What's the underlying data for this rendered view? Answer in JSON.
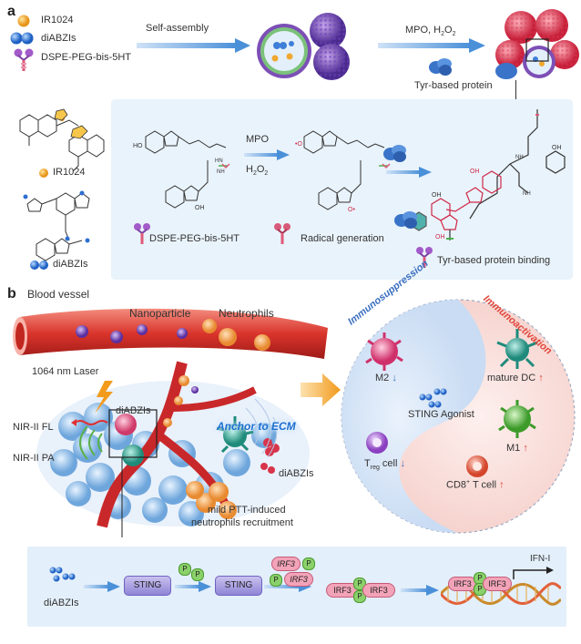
{
  "panel_a": {
    "letter": "a",
    "legend": {
      "ir1024": "IR1024",
      "diabzis": "diABZIs",
      "dspe": "DSPE-PEG-bis-5HT"
    },
    "arrow1_label": "Self-assembly",
    "arrow2_label_main": "MPO, H",
    "arrow2_label_sub1": "2",
    "arrow2_label_mid": "O",
    "arrow2_label_sub2": "2",
    "tyr_protein_label": "Tyr-based protein",
    "chem_ir1024_label": "IR1024",
    "chem_diabzis_label": "diABZIs",
    "mpo_label": "MPO",
    "h2o2_label_main": "H",
    "h2o2_label_sub1": "2",
    "h2o2_label_mid": "O",
    "h2o2_label_sub2": "2",
    "dspe_bottom_label": "DSPE-PEG-bis-5HT",
    "radical_label": "Radical generation",
    "binding_label": "Tyr-based protein binding"
  },
  "panel_b": {
    "letter": "b",
    "blood_vessel": "Blood vessel",
    "nanoparticle": "Nanoparticle",
    "neutrophils": "Neutrophils",
    "laser": "1064 nm Laser",
    "diabzis_tumor": "diABZIs",
    "nir_fl": "NIR-II FL",
    "nir_pa": "NIR-II PA",
    "anchor": "Anchor to ECM",
    "diabzis_right": "diABZIs",
    "ptt_line1": "mild PTT-induced",
    "ptt_line2": "neutrophils recruitment",
    "immunosuppression": "Immunosuppression",
    "immunoactivation": "Immunoactivation",
    "m2": "M2",
    "mature_dc": "mature DC",
    "sting_agonist": "STING Agonist",
    "m1": "M1",
    "treg_main": "T",
    "treg_sub": "reg",
    "treg_rest": " cell",
    "cd8_main": "CD8",
    "cd8_sup": "+",
    "cd8_rest": " T cell"
  },
  "pathway": {
    "diabzis": "diABZIs",
    "sting1": "STING",
    "sting2": "STING",
    "p": "P",
    "irf3": "IRF3",
    "ifn": "IFN-I"
  },
  "colors": {
    "arrow_blue": "#4a90d9",
    "vessel_red": "#d9342b",
    "activation_red": "#e0463a",
    "suppression_blue": "#3a6fc0",
    "sting_purple": "#8f84d6",
    "irf3_pink": "#f3a3b8"
  }
}
